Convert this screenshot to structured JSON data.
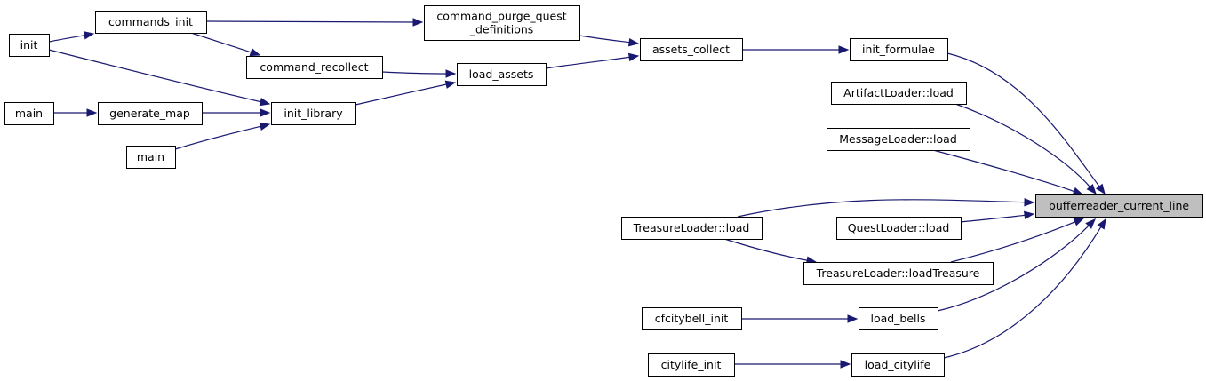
{
  "graph": {
    "type": "caller-graph",
    "colors": {
      "edge": "#191970",
      "node_border": "#000000",
      "node_fill": "#ffffff",
      "current_fill": "#bfbfbf"
    },
    "nodes": [
      {
        "id": "bufferreader_current_line",
        "lines": [
          "bufferreader_current_line"
        ],
        "current": true
      },
      {
        "id": "init_formulae",
        "lines": [
          "init_formulae"
        ]
      },
      {
        "id": "assets_collect",
        "lines": [
          "assets_collect"
        ]
      },
      {
        "id": "command_purge_quest_definitions",
        "lines": [
          "command_purge_quest",
          "_definitions"
        ]
      },
      {
        "id": "load_assets",
        "lines": [
          "load_assets"
        ]
      },
      {
        "id": "commands_init",
        "lines": [
          "commands_init"
        ]
      },
      {
        "id": "command_recollect",
        "lines": [
          "command_recollect"
        ]
      },
      {
        "id": "init_library",
        "lines": [
          "init_library"
        ]
      },
      {
        "id": "init",
        "lines": [
          "init"
        ]
      },
      {
        "id": "main_1",
        "lines": [
          "main"
        ]
      },
      {
        "id": "generate_map",
        "lines": [
          "generate_map"
        ]
      },
      {
        "id": "main_2",
        "lines": [
          "main"
        ]
      },
      {
        "id": "ArtifactLoader_load",
        "lines": [
          "ArtifactLoader::load"
        ]
      },
      {
        "id": "MessageLoader_load",
        "lines": [
          "MessageLoader::load"
        ]
      },
      {
        "id": "TreasureLoader_load",
        "lines": [
          "TreasureLoader::load"
        ]
      },
      {
        "id": "QuestLoader_load",
        "lines": [
          "QuestLoader::load"
        ]
      },
      {
        "id": "TreasureLoader_loadTreasure",
        "lines": [
          "TreasureLoader::loadTreasure"
        ]
      },
      {
        "id": "load_bells",
        "lines": [
          "load_bells"
        ]
      },
      {
        "id": "cfcitybell_init",
        "lines": [
          "cfcitybell_init"
        ]
      },
      {
        "id": "load_citylife",
        "lines": [
          "load_citylife"
        ]
      },
      {
        "id": "citylife_init",
        "lines": [
          "citylife_init"
        ]
      }
    ],
    "edges": [
      {
        "from": "init_formulae",
        "to": "bufferreader_current_line"
      },
      {
        "from": "ArtifactLoader_load",
        "to": "bufferreader_current_line"
      },
      {
        "from": "MessageLoader_load",
        "to": "bufferreader_current_line"
      },
      {
        "from": "TreasureLoader_load",
        "to": "bufferreader_current_line"
      },
      {
        "from": "QuestLoader_load",
        "to": "bufferreader_current_line"
      },
      {
        "from": "TreasureLoader_loadTreasure",
        "to": "bufferreader_current_line"
      },
      {
        "from": "load_bells",
        "to": "bufferreader_current_line"
      },
      {
        "from": "load_citylife",
        "to": "bufferreader_current_line"
      },
      {
        "from": "assets_collect",
        "to": "init_formulae"
      },
      {
        "from": "command_purge_quest_definitions",
        "to": "assets_collect"
      },
      {
        "from": "load_assets",
        "to": "assets_collect"
      },
      {
        "from": "commands_init",
        "to": "command_purge_quest_definitions"
      },
      {
        "from": "command_recollect",
        "to": "load_assets"
      },
      {
        "from": "init_library",
        "to": "load_assets"
      },
      {
        "from": "init",
        "to": "commands_init"
      },
      {
        "from": "commands_init",
        "to": "command_recollect"
      },
      {
        "from": "init",
        "to": "init_library"
      },
      {
        "from": "generate_map",
        "to": "init_library"
      },
      {
        "from": "main_2",
        "to": "init_library"
      },
      {
        "from": "main_1",
        "to": "generate_map"
      },
      {
        "from": "TreasureLoader_load",
        "to": "TreasureLoader_loadTreasure"
      },
      {
        "from": "cfcitybell_init",
        "to": "load_bells"
      },
      {
        "from": "citylife_init",
        "to": "load_citylife"
      }
    ]
  }
}
